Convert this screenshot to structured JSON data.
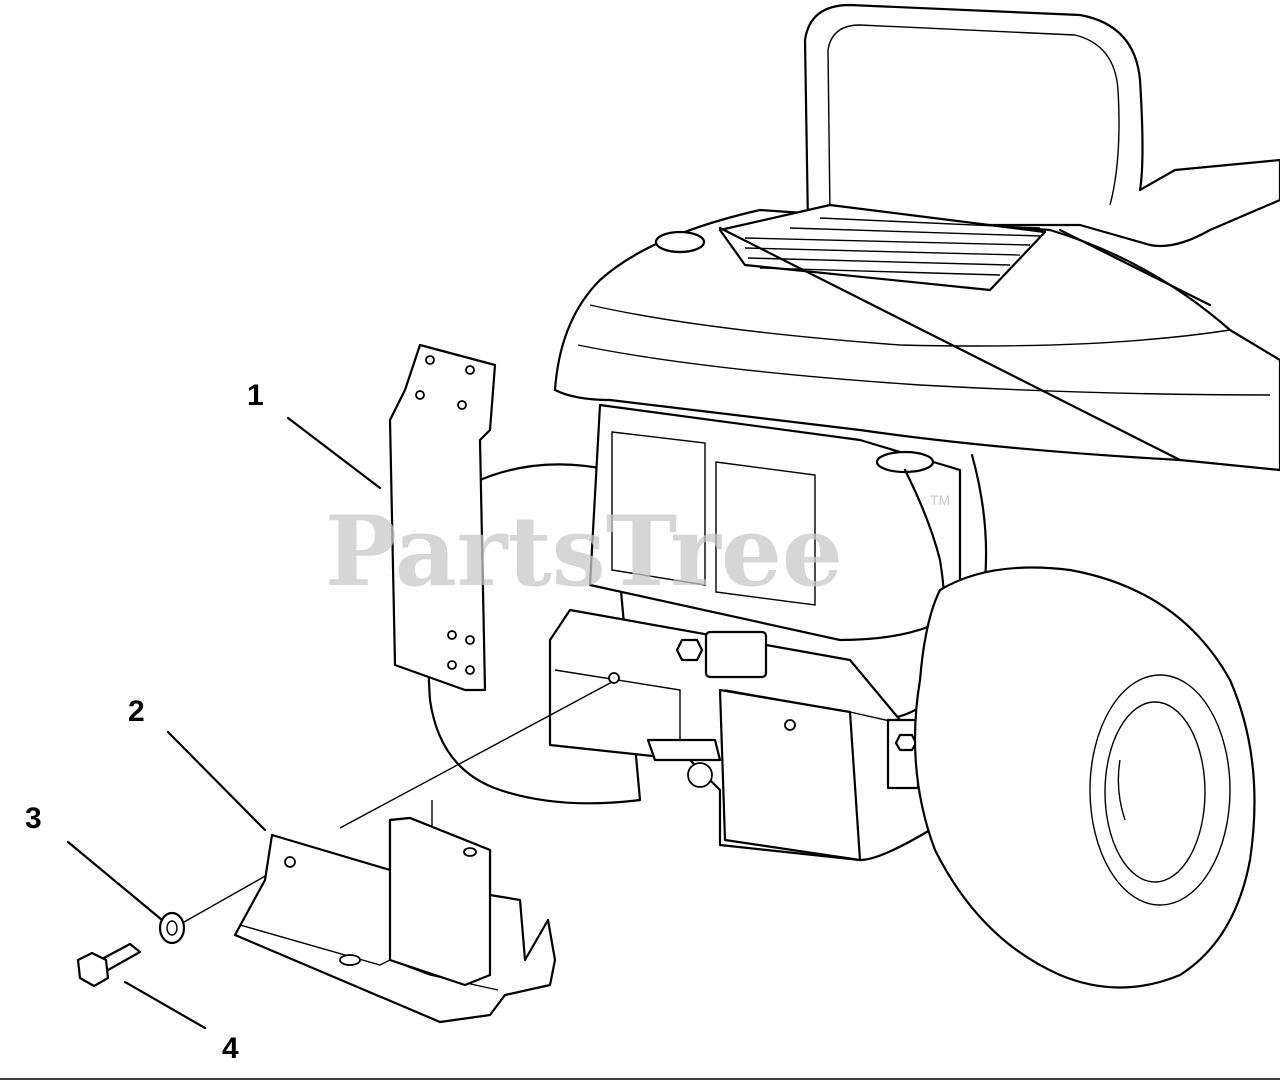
{
  "watermark": {
    "text": "PartsTree",
    "trademark": "TM"
  },
  "callouts": [
    {
      "label": "1",
      "part": "bracket"
    },
    {
      "label": "2",
      "part": "weight-bracket"
    },
    {
      "label": "3",
      "part": "lock-washer"
    },
    {
      "label": "4",
      "part": "hex-bolt"
    }
  ]
}
